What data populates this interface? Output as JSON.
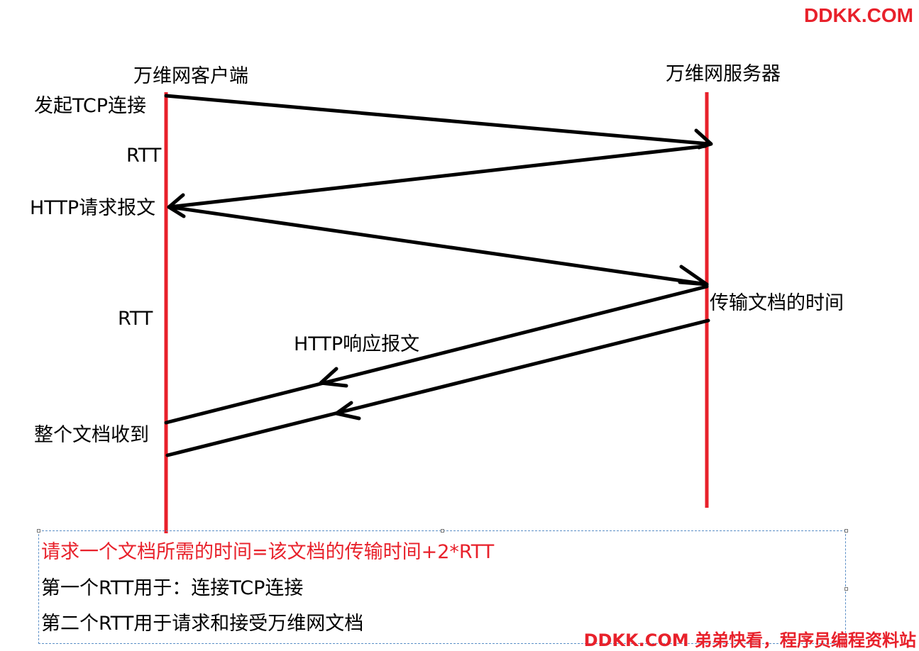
{
  "watermark_top": "DDKK.COM",
  "watermark_bottom": "DDKK.COM 弟弟快看，程序员编程资料站",
  "client": {
    "title": "万维网客户端",
    "start_label": "发起TCP连接",
    "rtt_label_1": "RTT",
    "request_label": "HTTP请求报文",
    "rtt_label_2": "RTT",
    "received_label": "整个文档收到"
  },
  "server": {
    "title": "万维网服务器",
    "transfer_label": "传输文档的时间"
  },
  "response_label": "HTTP响应报文",
  "notes": {
    "formula": "请求一个文档所需的时间=该文档的传输时间+2*RTT",
    "first_rtt": "第一个RTT用于：连接TCP连接",
    "second_rtt": "第二个RTT用于请求和接受万维网文档"
  },
  "colors": {
    "timeline": "#e8212b",
    "arrow": "#000000",
    "accent_text": "#e8212b",
    "textbox_border": "#5b8fc7"
  }
}
